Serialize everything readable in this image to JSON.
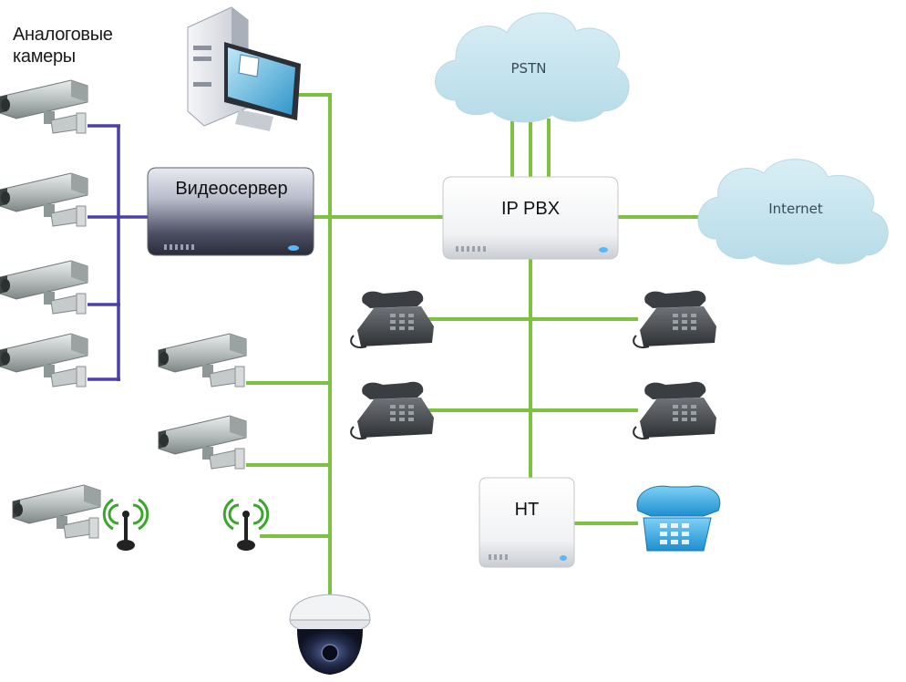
{
  "title": "Аналоговые камеры",
  "devices": {
    "videoserver": "Видеосервер",
    "ippbx": "IP PBX",
    "ht": "HT"
  },
  "clouds": {
    "pstn": "PSTN",
    "internet": "Internet"
  },
  "colors": {
    "ip_link": "#7dc142",
    "analog_link": "#4b3fa8"
  }
}
